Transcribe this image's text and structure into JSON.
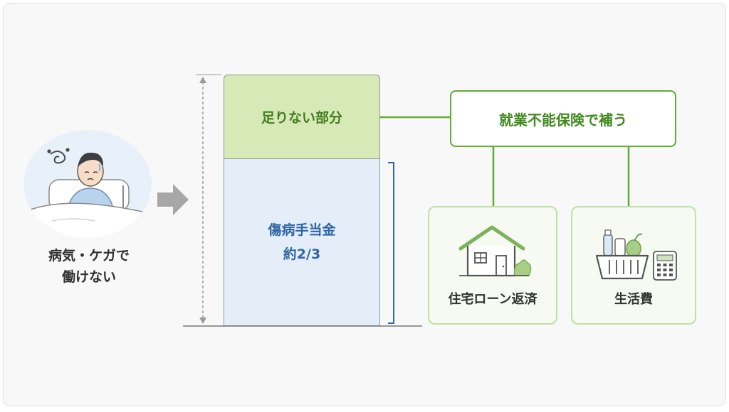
{
  "person": {
    "caption_line1": "病気・ケガで",
    "caption_line2": "働けない"
  },
  "bar": {
    "shortfall_label": "足りない部分",
    "benefit_line1": "傷病手当金",
    "benefit_line2": "約2/3",
    "benefit_fraction": 0.667
  },
  "callout": {
    "label": "就業不能保険で補う"
  },
  "uses": [
    {
      "label": "住宅ローン返済",
      "icon": "house-icon"
    },
    {
      "label": "生活費",
      "icon": "shopping-basket-icon"
    }
  ],
  "colors": {
    "green_accent": "#5fad2e",
    "green_text": "#3f8a1c",
    "shortfall_fill": "#d6e9b7",
    "benefit_fill": "#e5eef8",
    "benefit_text": "#2e66a8"
  }
}
